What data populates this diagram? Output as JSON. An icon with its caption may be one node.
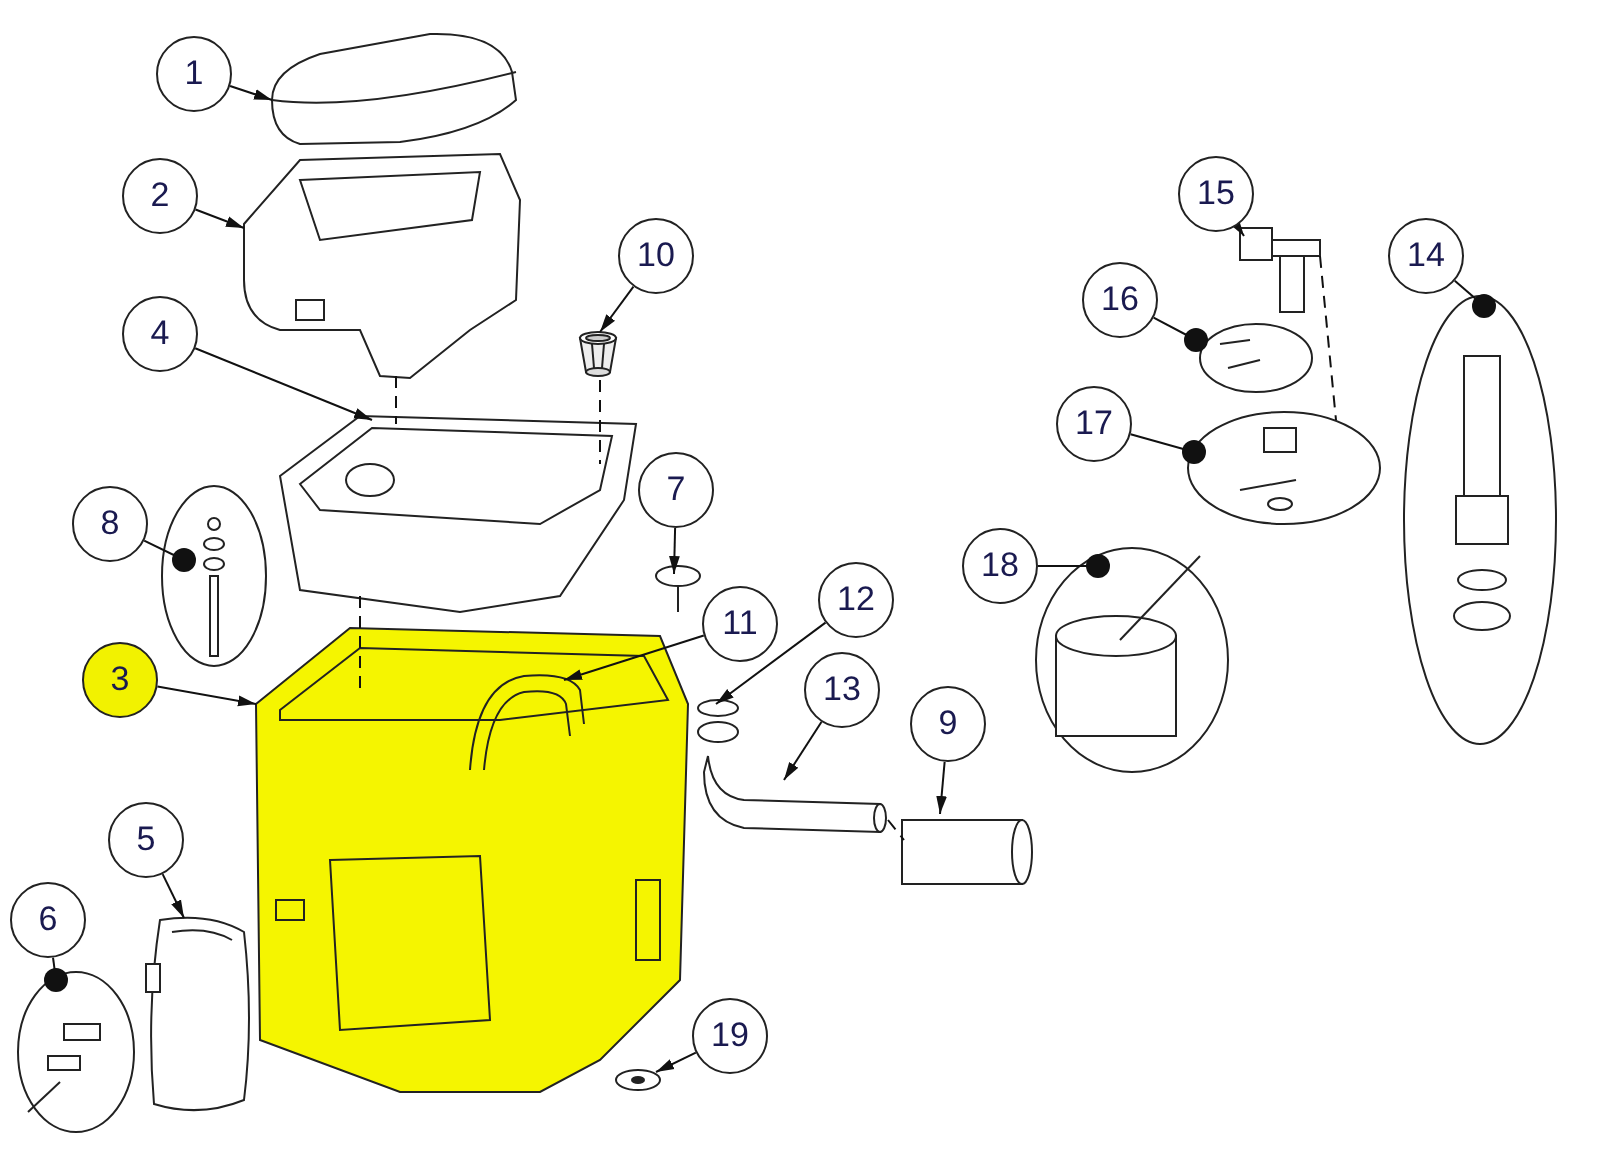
{
  "diagram": {
    "nodes": [
      {
        "text": [
          "1"
        ]
      },
      {
        "text": [
          "2"
        ]
      },
      {
        "text": [
          "3"
        ]
      },
      {
        "text": [
          "4"
        ]
      },
      {
        "text": [
          "5"
        ]
      },
      {
        "text": [
          "6"
        ]
      },
      {
        "text": [
          "7"
        ]
      },
      {
        "text": [
          "8"
        ]
      },
      {
        "text": [
          "9"
        ]
      },
      {
        "text": [
          "10"
        ]
      },
      {
        "text": [
          "11"
        ]
      },
      {
        "text": [
          "12"
        ]
      },
      {
        "text": [
          "13"
        ]
      },
      {
        "text": [
          "14"
        ]
      },
      {
        "text": [
          "15"
        ]
      },
      {
        "text": [
          "16"
        ]
      },
      {
        "text": [
          "17"
        ]
      },
      {
        "text": [
          "18"
        ]
      },
      {
        "text": [
          "19"
        ]
      },
      {
        "text": [],
        "shape": "picture"
      },
      {
        "text": [],
        "shape": "picture"
      },
      {
        "text": [],
        "shape": "picture"
      },
      {
        "text": [],
        "shape": "picture"
      },
      {
        "text": [],
        "shape": "picture"
      },
      {
        "text": [],
        "shape": "picture"
      },
      {
        "text": [],
        "shape": "picture"
      },
      {
        "text": [],
        "shape": "picture"
      },
      {
        "text": [],
        "shape": "cylinder"
      },
      {
        "text": [],
        "shape": "picture"
      },
      {
        "text": [],
        "shape": "picture",
        "in": 21
      },
      {
        "text": [],
        "shape": "picture"
      },
      {
        "text": [],
        "shape": "picture"
      },
      {
        "text": [],
        "shape": "picture"
      },
      {
        "text": [],
        "shape": "picture"
      },
      {
        "text": [],
        "shape": "picture"
      },
      {
        "text": [],
        "shape": "picture"
      },
      {
        "text": [],
        "shape": "picture"
      },
      {
        "text": [],
        "shape": "picture"
      }
    ],
    "edges": [
      {
        "from": 0,
        "to": 19,
        "arrow": "to"
      },
      {
        "from": 1,
        "to": 20,
        "arrow": "to"
      },
      {
        "from": 2,
        "to": 21,
        "arrow": "to"
      },
      {
        "from": 3,
        "to": 22,
        "arrow": "to"
      },
      {
        "from": 4,
        "to": 23,
        "arrow": "to"
      },
      {
        "from": 5,
        "to": 24,
        "arrow": "other"
      },
      {
        "from": 6,
        "to": 25,
        "arrow": "to"
      },
      {
        "from": 7,
        "to": 26,
        "arrow": "other"
      },
      {
        "from": 8,
        "to": 27,
        "arrow": "to"
      },
      {
        "from": 9,
        "to": 28,
        "arrow": "to"
      },
      {
        "from": 10,
        "to": 29,
        "arrow": "to"
      },
      {
        "from": 11,
        "to": 30,
        "arrow": "to"
      },
      {
        "from": 12,
        "to": 31,
        "arrow": "to"
      },
      {
        "from": 13,
        "to": 32,
        "arrow": "other"
      },
      {
        "from": 14,
        "to": 33,
        "arrow": "to"
      },
      {
        "from": 15,
        "to": 34,
        "arrow": "other"
      },
      {
        "from": 16,
        "to": 35,
        "arrow": "other"
      },
      {
        "from": 17,
        "to": 36,
        "arrow": "other"
      },
      {
        "from": 18,
        "to": 37,
        "arrow": "to"
      },
      {
        "from": 20,
        "to": 22,
        "arrow": "none",
        "style": "dashed"
      },
      {
        "from": 22,
        "to": 21,
        "arrow": "none",
        "style": "dashed"
      },
      {
        "from": 28,
        "to": 22,
        "arrow": "none",
        "style": "dashed"
      },
      {
        "from": 31,
        "to": 27,
        "arrow": "none",
        "style": "dashed"
      },
      {
        "from": 33,
        "to": 35,
        "arrow": "none",
        "style": "dashed"
      }
    ]
  }
}
